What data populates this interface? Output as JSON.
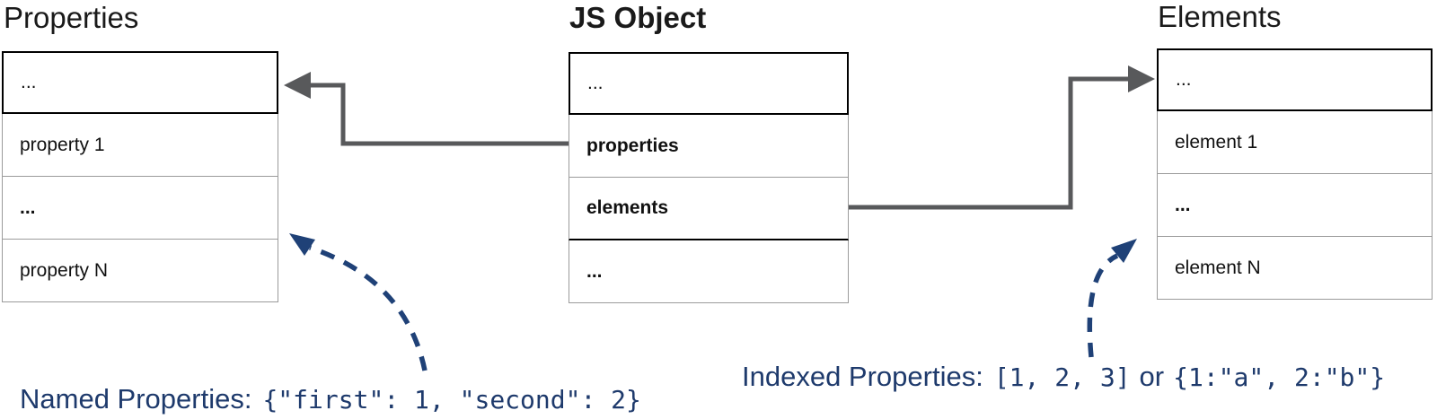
{
  "headings": {
    "properties": "Properties",
    "js_object": "JS Object",
    "elements": "Elements"
  },
  "tables": {
    "properties": {
      "rows": [
        "...",
        "property 1",
        "...",
        "property N"
      ]
    },
    "js_object": {
      "rows": [
        "...",
        "properties",
        "elements",
        "..."
      ]
    },
    "elements": {
      "rows": [
        "...",
        "element 1",
        "...",
        "element N"
      ]
    }
  },
  "annotations": {
    "named": {
      "label": "Named Properties:",
      "code": "{\"first\": 1, \"second\": 2}"
    },
    "indexed": {
      "label": "Indexed Properties:",
      "code_array": "[1, 2, 3]",
      "conjunction": "or",
      "code_object": "{1:\"a\", 2:\"b\"}"
    }
  },
  "colors": {
    "accent_blue_text": "#1e3a6c",
    "accent_blue_arrow": "#1f4177",
    "arrow_gray": "#58595b",
    "border_gray": "#9b9b9b",
    "border_black": "#000000",
    "text_black": "#1a1a1a"
  }
}
